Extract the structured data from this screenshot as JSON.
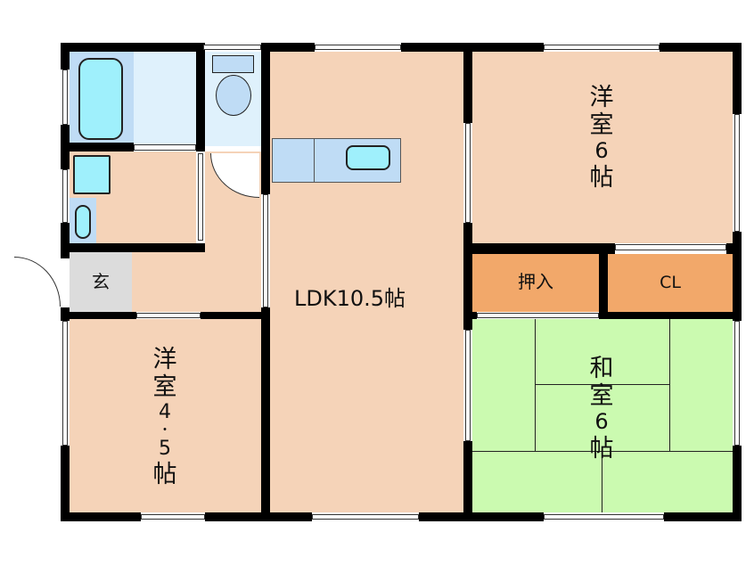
{
  "rooms": {
    "ldk": "LDK10.5帖",
    "western_6": [
      "洋",
      "室",
      "6",
      "帖"
    ],
    "western_45": [
      "洋",
      "室",
      "4",
      "・",
      "5",
      "帖"
    ],
    "japanese_6": [
      "和",
      "室",
      "6",
      "帖"
    ],
    "oshiire": "押入",
    "closet": "CL",
    "entrance": "玄"
  },
  "colors": {
    "floor": "#f5d3b8",
    "tatami": "#cbfab0",
    "storage": "#f2a86a",
    "water": "#bfdcf5",
    "entrance": "#dcdcdc",
    "wall": "#000000"
  }
}
